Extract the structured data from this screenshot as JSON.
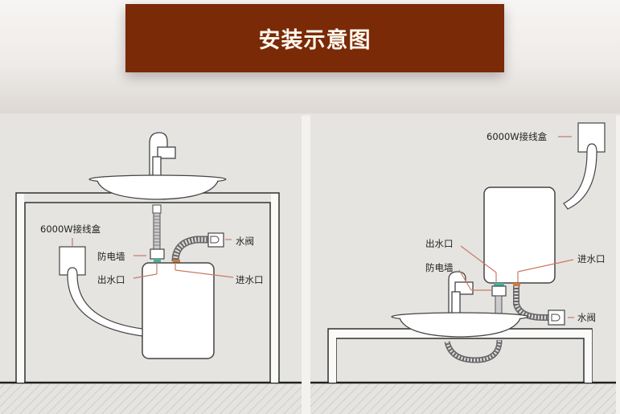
{
  "header": {
    "title": "安装示意图"
  },
  "colors": {
    "banner": "#7a2a06",
    "panel_bg": "#e5e4e1",
    "leader_line": "#c97a66",
    "outlet_green": "#3fb59a",
    "inlet_orange": "#d07a3a"
  },
  "left_diagram": {
    "labels": {
      "junction_box": "6000W接线盒",
      "anti_electric_wall": "防电墙",
      "water_outlet": "出水口",
      "water_valve": "水阀",
      "water_inlet": "进水口"
    }
  },
  "right_diagram": {
    "labels": {
      "junction_box": "6000W接线盒",
      "water_outlet": "出水口",
      "anti_electric_wall": "防电墙",
      "water_inlet": "进水口",
      "water_valve": "水阀"
    }
  }
}
